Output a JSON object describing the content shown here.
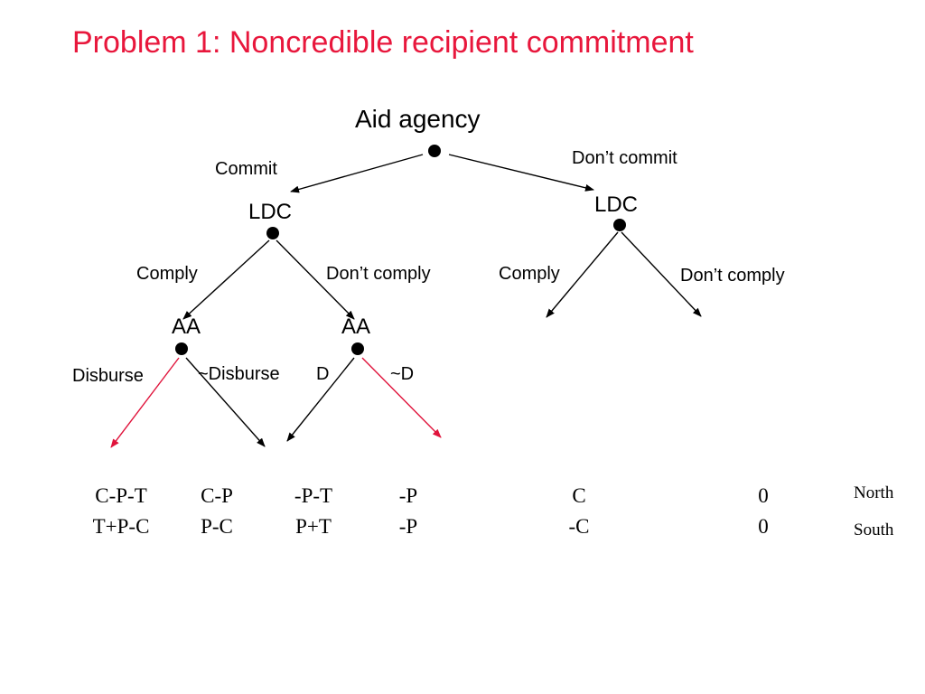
{
  "title": "Problem 1:  Noncredible recipient commitment",
  "colors": {
    "title": "#e8173c",
    "highlight_arrow": "#e0143c",
    "arrow": "#000000"
  },
  "nodes": {
    "root": "Aid agency",
    "ldc_left": "LDC",
    "ldc_right": "LDC",
    "aa_left": "AA",
    "aa_right": "AA"
  },
  "actions": {
    "commit": "Commit",
    "dont_commit": "Don’t commit",
    "comply_left": "Comply",
    "dont_comply_left": "Don’t comply",
    "comply_right": "Comply",
    "dont_comply_right": "Don’t comply",
    "disburse": "Disburse",
    "not_disburse": "~Disburse",
    "d": "D",
    "not_d": "~D"
  },
  "payoffs": {
    "players": [
      "North",
      "South"
    ],
    "north": [
      "C-P-T",
      "C-P",
      "-P-T",
      "-P",
      "C",
      "0"
    ],
    "south": [
      "T+P-C",
      "P-C",
      "P+T",
      "-P",
      "-C",
      "0"
    ]
  }
}
